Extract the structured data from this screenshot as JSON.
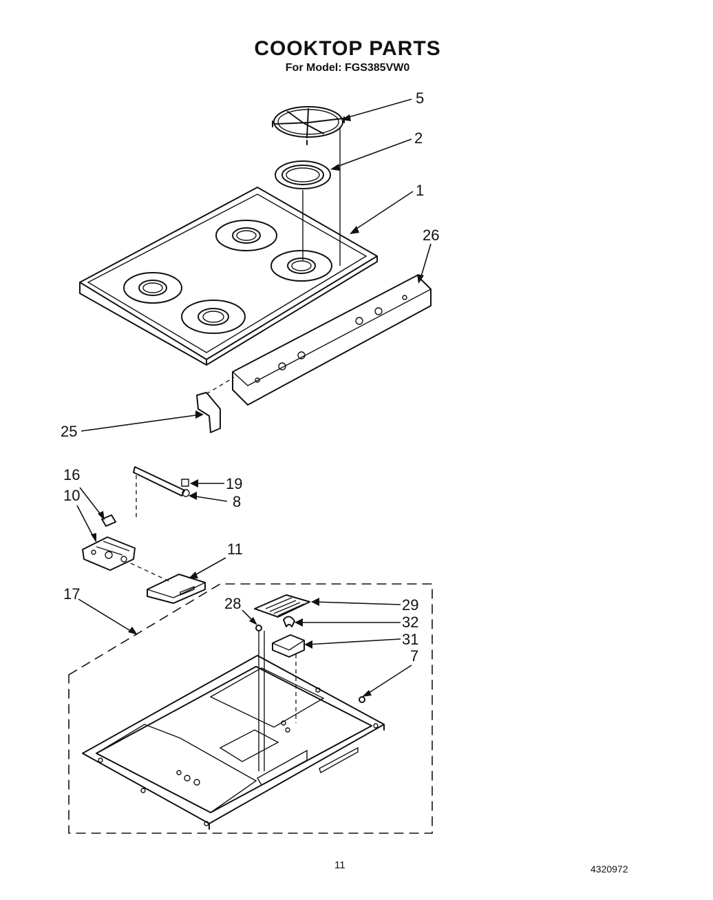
{
  "header": {
    "title": "COOKTOP PARTS",
    "subtitle": "For Model: FGS385VW0"
  },
  "callouts": [
    {
      "id": "5",
      "label": "5"
    },
    {
      "id": "2",
      "label": "2"
    },
    {
      "id": "1",
      "label": "1"
    },
    {
      "id": "26",
      "label": "26"
    },
    {
      "id": "25",
      "label": "25"
    },
    {
      "id": "16",
      "label": "16"
    },
    {
      "id": "10",
      "label": "10"
    },
    {
      "id": "19",
      "label": "19"
    },
    {
      "id": "8",
      "label": "8"
    },
    {
      "id": "11",
      "label": "11"
    },
    {
      "id": "17",
      "label": "17"
    },
    {
      "id": "28",
      "label": "28"
    },
    {
      "id": "29",
      "label": "29"
    },
    {
      "id": "32",
      "label": "32"
    },
    {
      "id": "31",
      "label": "31"
    },
    {
      "id": "7",
      "label": "7"
    }
  ],
  "footer": {
    "page_number": "11",
    "document_number": "4320972"
  }
}
